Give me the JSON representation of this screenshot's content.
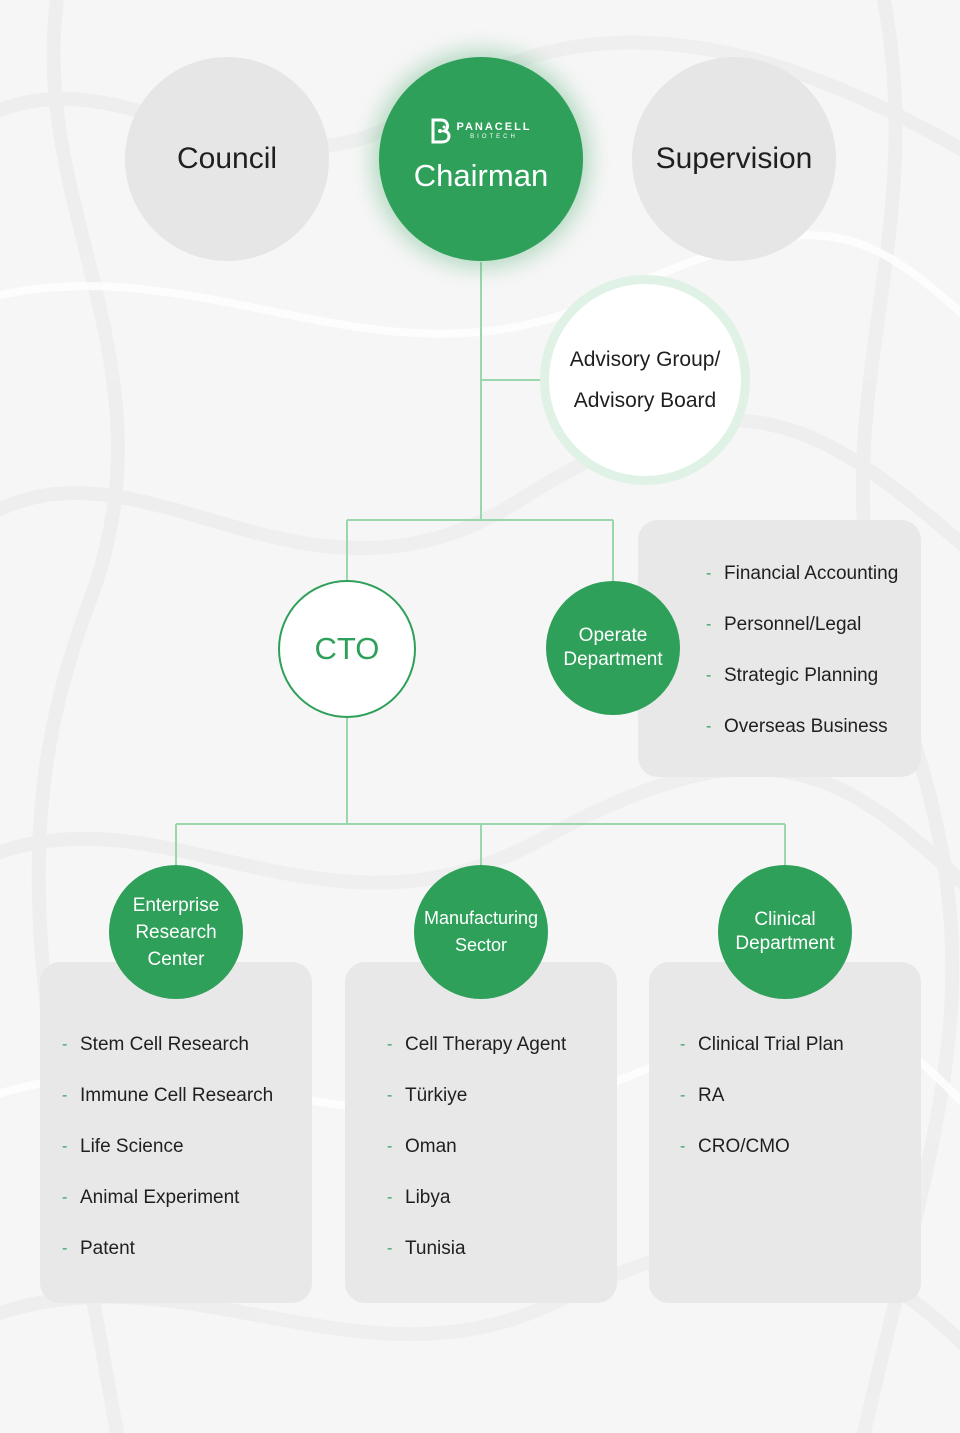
{
  "top": {
    "council": "Council",
    "chairman": "Chairman",
    "supervision": "Supervision",
    "logo_main": "PANACELL",
    "logo_sub": "BIOTECH"
  },
  "advisory": {
    "line1": "Advisory Group/",
    "line2": "Advisory Board"
  },
  "cto": "CTO",
  "operate": {
    "line1": "Operate",
    "line2": "Department",
    "items": [
      "Financial Accounting",
      "Personnel/Legal",
      "Strategic Planning",
      "Overseas Business"
    ]
  },
  "enterprise": {
    "line1": "Enterprise",
    "line2": "Research",
    "line3": "Center",
    "items": [
      "Stem Cell Research",
      "Immune Cell Research",
      "Life Science",
      "Animal Experiment",
      "Patent"
    ]
  },
  "manufacturing": {
    "line1": "Manufacturing",
    "line2": "Sector",
    "items": [
      "Cell Therapy Agent",
      "Türkiye",
      "Oman",
      "Libya",
      "Tunisia"
    ]
  },
  "clinical": {
    "line1": "Clinical",
    "line2": "Department",
    "items": [
      "Clinical Trial Plan",
      "RA",
      "CRO/CMO"
    ]
  },
  "bullet": "-",
  "colors": {
    "green": "#2ea05a",
    "light_green": "#dff2e5",
    "line": "#9ad7ad",
    "gray": "#e6e6e6",
    "panel": "#e8e8e8"
  }
}
